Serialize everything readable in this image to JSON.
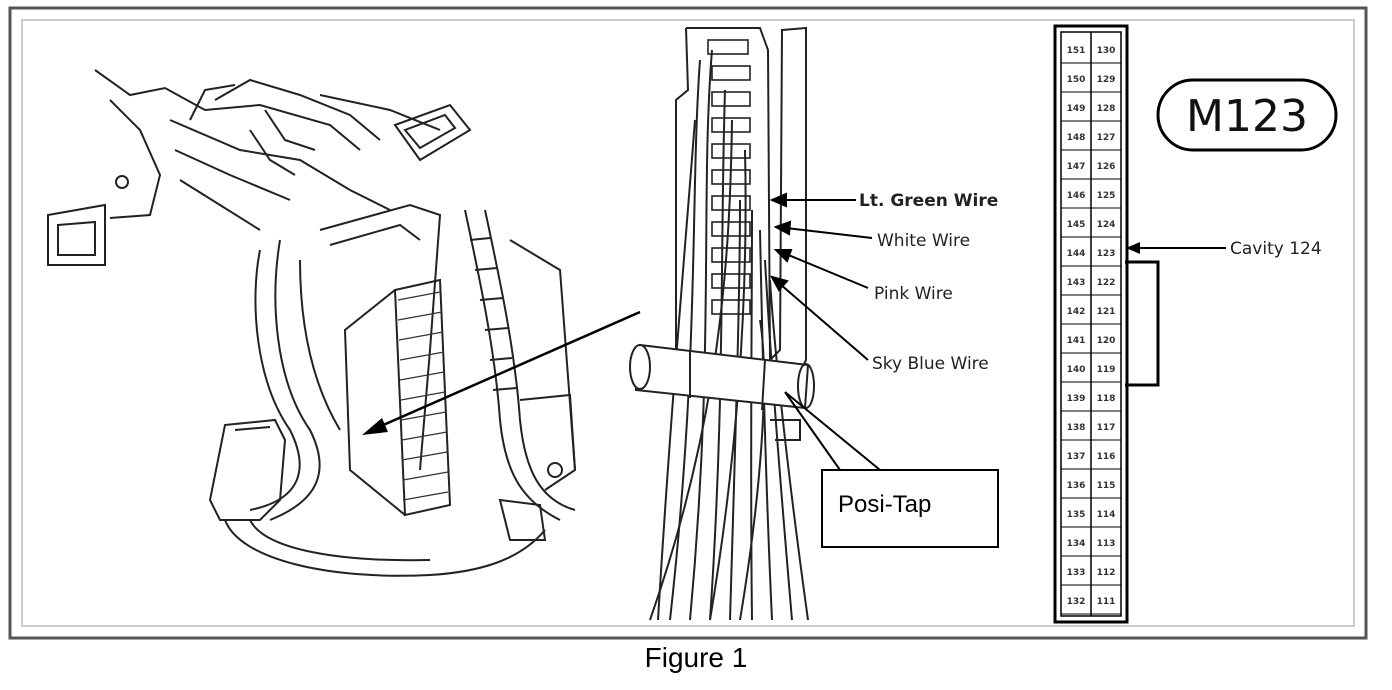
{
  "figure": {
    "caption": "Figure 1",
    "connector_id": "M123",
    "callouts": {
      "lt_green": "Lt. Green Wire",
      "white": "White Wire",
      "pink": "Pink Wire",
      "sky_blue": "Sky Blue Wire",
      "cavity": "Cavity 124",
      "posi_tap": "Posi-Tap"
    },
    "pins_left": [
      "151",
      "150",
      "149",
      "148",
      "147",
      "146",
      "145",
      "144",
      "143",
      "142",
      "141",
      "140",
      "139",
      "138",
      "137",
      "136",
      "135",
      "134",
      "133",
      "132"
    ],
    "pins_right": [
      "130",
      "129",
      "128",
      "127",
      "126",
      "125",
      "124",
      "123",
      "122",
      "121",
      "120",
      "119",
      "118",
      "117",
      "116",
      "115",
      "114",
      "113",
      "112",
      "111"
    ]
  }
}
